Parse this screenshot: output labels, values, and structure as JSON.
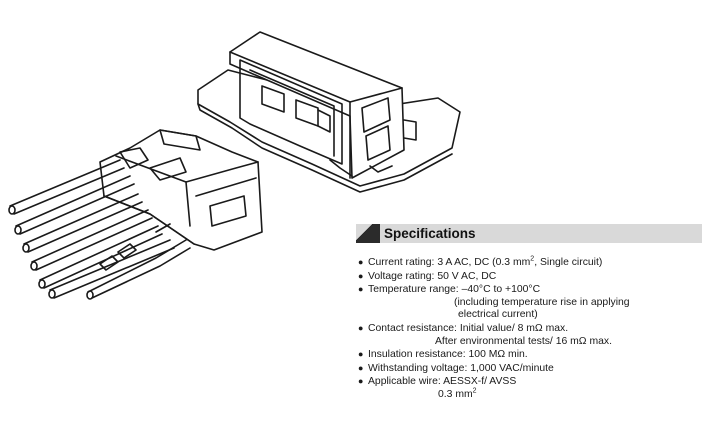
{
  "specs": {
    "title": "Specifications",
    "items": [
      {
        "label": "Current rating:",
        "value": "3 A AC, DC (0.3 mm",
        "sup": "2",
        "value_after": ", Single circuit)"
      },
      {
        "label": "Voltage rating:",
        "value": "50 V AC, DC"
      },
      {
        "label": "Temperature range:",
        "value": "–40°C to +100°C",
        "note1": "(including temperature rise in applying",
        "note2": "electrical current)"
      },
      {
        "label": "Contact resistance:",
        "value": "Initial value/ 8 mΩ max.",
        "note1": "After environmental tests/ 16 mΩ max."
      },
      {
        "label": "Insulation resistance:",
        "value": "100 MΩ min."
      },
      {
        "label": "Withstanding voltage:",
        "value": "1,000 VAC/minute"
      },
      {
        "label": "Applicable wire:",
        "value": "AESSX-f/ AVSS",
        "note1": "0.3 mm",
        "note1_sup": "2"
      }
    ]
  },
  "bullet_glyph": "●",
  "colors": {
    "header_bg": "#d9d9d9",
    "header_accent": "#2b2b2b",
    "text": "#1a1a1a"
  }
}
